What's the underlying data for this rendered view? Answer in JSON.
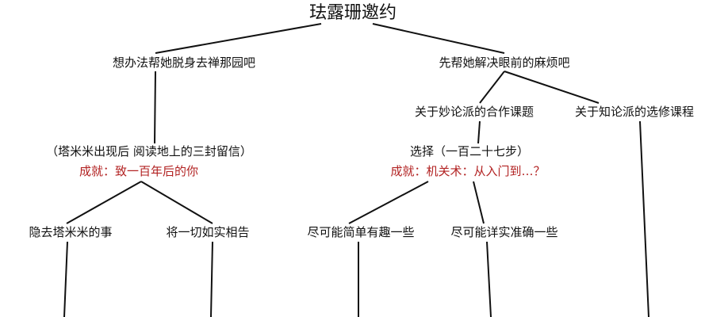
{
  "title": "珐露珊邀约",
  "colors": {
    "line": "#111111",
    "achievement": "#b22222",
    "text": "#111111"
  },
  "branches": {
    "left": {
      "label": "想办法帮她脱身去禅那园吧",
      "note": "（塔米米出现后 阅读地上的三封留信）",
      "achievement": "成就：致一百年后的你",
      "options": [
        "隐去塔米米的事",
        "将一切如实相告"
      ]
    },
    "right": {
      "label": "先帮她解决眼前的麻烦吧",
      "sub_left": {
        "label": "关于妙论派的合作课题",
        "note": "选择（一百二十七步）",
        "achievement": "成就：机关术：从入门到…？",
        "options": [
          "尽可能简单有趣一些",
          "尽可能详实准确一些"
        ]
      },
      "sub_right": {
        "label": "关于知论派的选修课程"
      }
    }
  }
}
